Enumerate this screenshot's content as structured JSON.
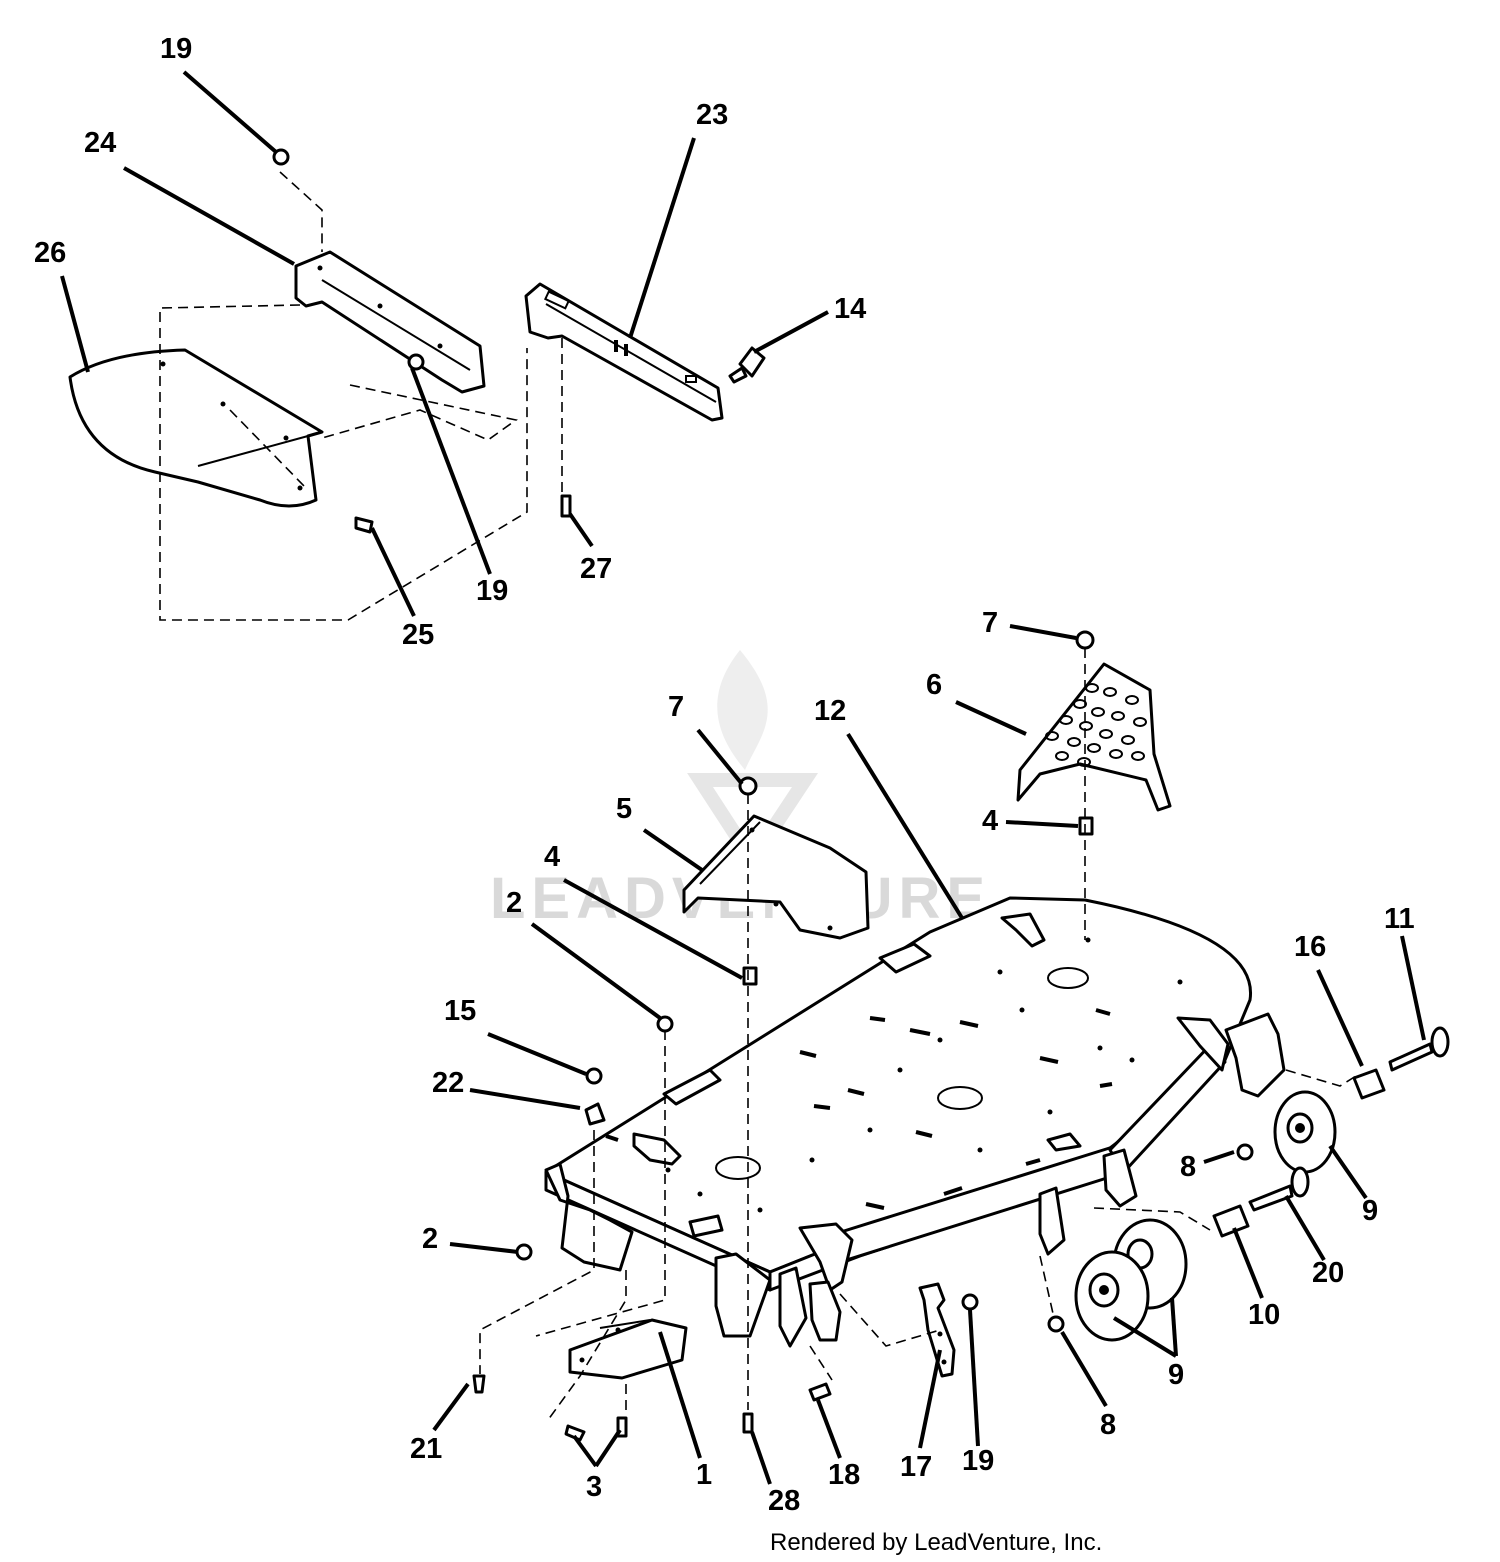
{
  "watermark": {
    "text": "LEADVENTURE",
    "color": "#d9d9d9"
  },
  "footer": {
    "text": "Rendered by LeadVenture, Inc."
  },
  "callouts": [
    {
      "id": "c19a",
      "text": "19"
    },
    {
      "id": "c24",
      "text": "24"
    },
    {
      "id": "c26",
      "text": "26"
    },
    {
      "id": "c23",
      "text": "23"
    },
    {
      "id": "c14",
      "text": "14"
    },
    {
      "id": "c19b",
      "text": "19"
    },
    {
      "id": "c27",
      "text": "27"
    },
    {
      "id": "c25",
      "text": "25"
    },
    {
      "id": "c7a",
      "text": "7"
    },
    {
      "id": "c6",
      "text": "6"
    },
    {
      "id": "c7b",
      "text": "7"
    },
    {
      "id": "c12",
      "text": "12"
    },
    {
      "id": "c5",
      "text": "5"
    },
    {
      "id": "c4a",
      "text": "4"
    },
    {
      "id": "c4b",
      "text": "4"
    },
    {
      "id": "c2a",
      "text": "2"
    },
    {
      "id": "c11",
      "text": "11"
    },
    {
      "id": "c16",
      "text": "16"
    },
    {
      "id": "c15",
      "text": "15"
    },
    {
      "id": "c22",
      "text": "22"
    },
    {
      "id": "c8a",
      "text": "8"
    },
    {
      "id": "c9a",
      "text": "9"
    },
    {
      "id": "c2b",
      "text": "2"
    },
    {
      "id": "c20",
      "text": "20"
    },
    {
      "id": "c10",
      "text": "10"
    },
    {
      "id": "c9b",
      "text": "9"
    },
    {
      "id": "c8b",
      "text": "8"
    },
    {
      "id": "c21",
      "text": "21"
    },
    {
      "id": "c1",
      "text": "1"
    },
    {
      "id": "c3",
      "text": "3"
    },
    {
      "id": "c18",
      "text": "18"
    },
    {
      "id": "c17",
      "text": "17"
    },
    {
      "id": "c19c",
      "text": "19"
    },
    {
      "id": "c28",
      "text": "28"
    }
  ]
}
